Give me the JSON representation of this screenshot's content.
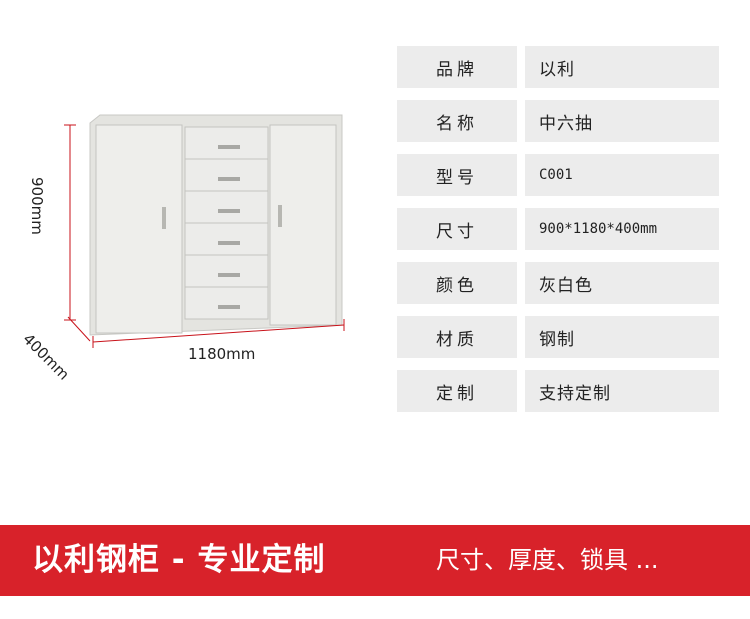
{
  "product": {
    "dimensions": {
      "height": "900mm",
      "width": "1180mm",
      "depth": "400mm"
    }
  },
  "specs": [
    {
      "key": "品牌",
      "value": "以利"
    },
    {
      "key": "名称",
      "value": "中六抽"
    },
    {
      "key": "型号",
      "value": "C001"
    },
    {
      "key": "尺寸",
      "value": "900*1180*400mm"
    },
    {
      "key": "颜色",
      "value": "灰白色"
    },
    {
      "key": "材质",
      "value": "钢制"
    },
    {
      "key": "定制",
      "value": "支持定制"
    }
  ],
  "banner": {
    "title": "以利钢柜 - 专业定制",
    "subtitle": "尺寸、厚度、锁具 ..."
  },
  "colors": {
    "banner": "#d8222a",
    "dimension_line": "#c8121a",
    "cabinet": "#e9e9e6",
    "spec_bg": "#ececec"
  }
}
